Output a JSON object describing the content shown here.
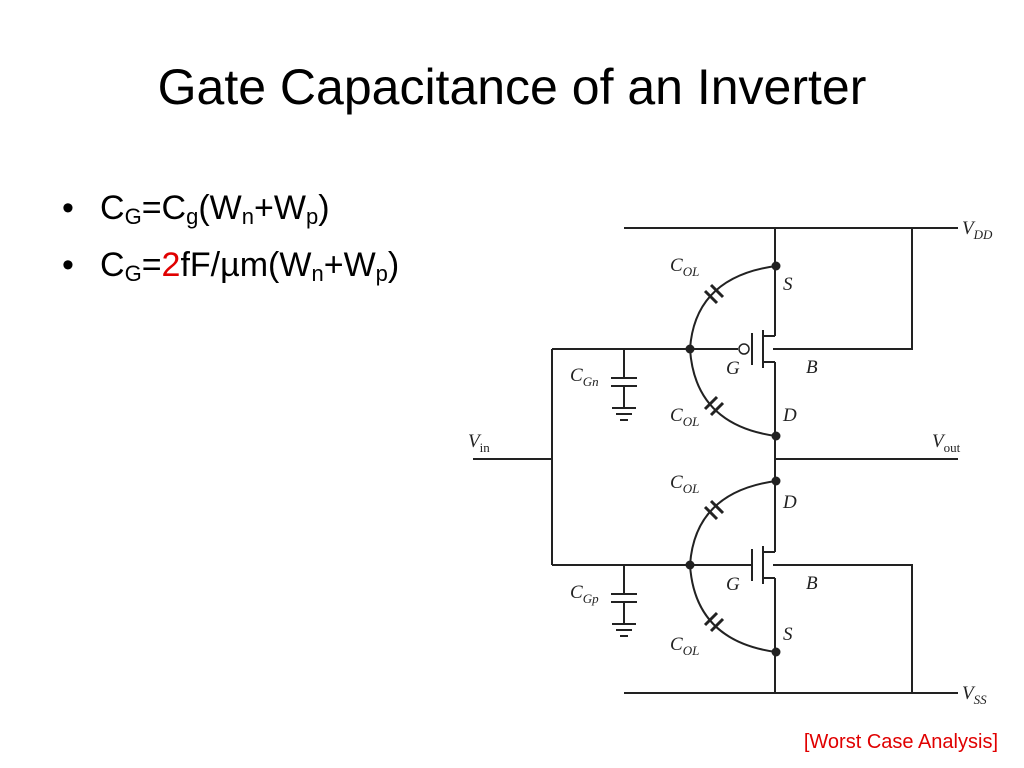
{
  "title": "Gate Capacitance of an Inverter",
  "bullets": [
    {
      "c": "C",
      "c_sub": "G",
      "eq": "=C",
      "g_sub": "g",
      "open": "(W",
      "wn_sub": "n",
      "plus": "+W",
      "wp_sub": "p",
      "close": ")"
    },
    {
      "c": "C",
      "c_sub": "G",
      "eq": "=",
      "value": "2",
      "unit": "fF/µm(W",
      "wn_sub": "n",
      "plus": "+W",
      "wp_sub": "p",
      "close": ")"
    }
  ],
  "bullet_symbol": "•",
  "circuit": {
    "vdd": {
      "main": "V",
      "sub": "DD"
    },
    "vss": {
      "main": "V",
      "sub": "SS"
    },
    "vin": {
      "main": "V",
      "sub": "in"
    },
    "vout": {
      "main": "V",
      "sub": "out"
    },
    "cgn": {
      "main": "C",
      "sub": "Gn"
    },
    "cgp": {
      "main": "C",
      "sub": "Gp"
    },
    "col": {
      "main": "C",
      "sub": "OL"
    },
    "s": "S",
    "d": "D",
    "g": "G",
    "b": "B"
  },
  "footnote": "[Worst Case Analysis]",
  "colors": {
    "accent": "#e00000",
    "line": "#222222"
  }
}
